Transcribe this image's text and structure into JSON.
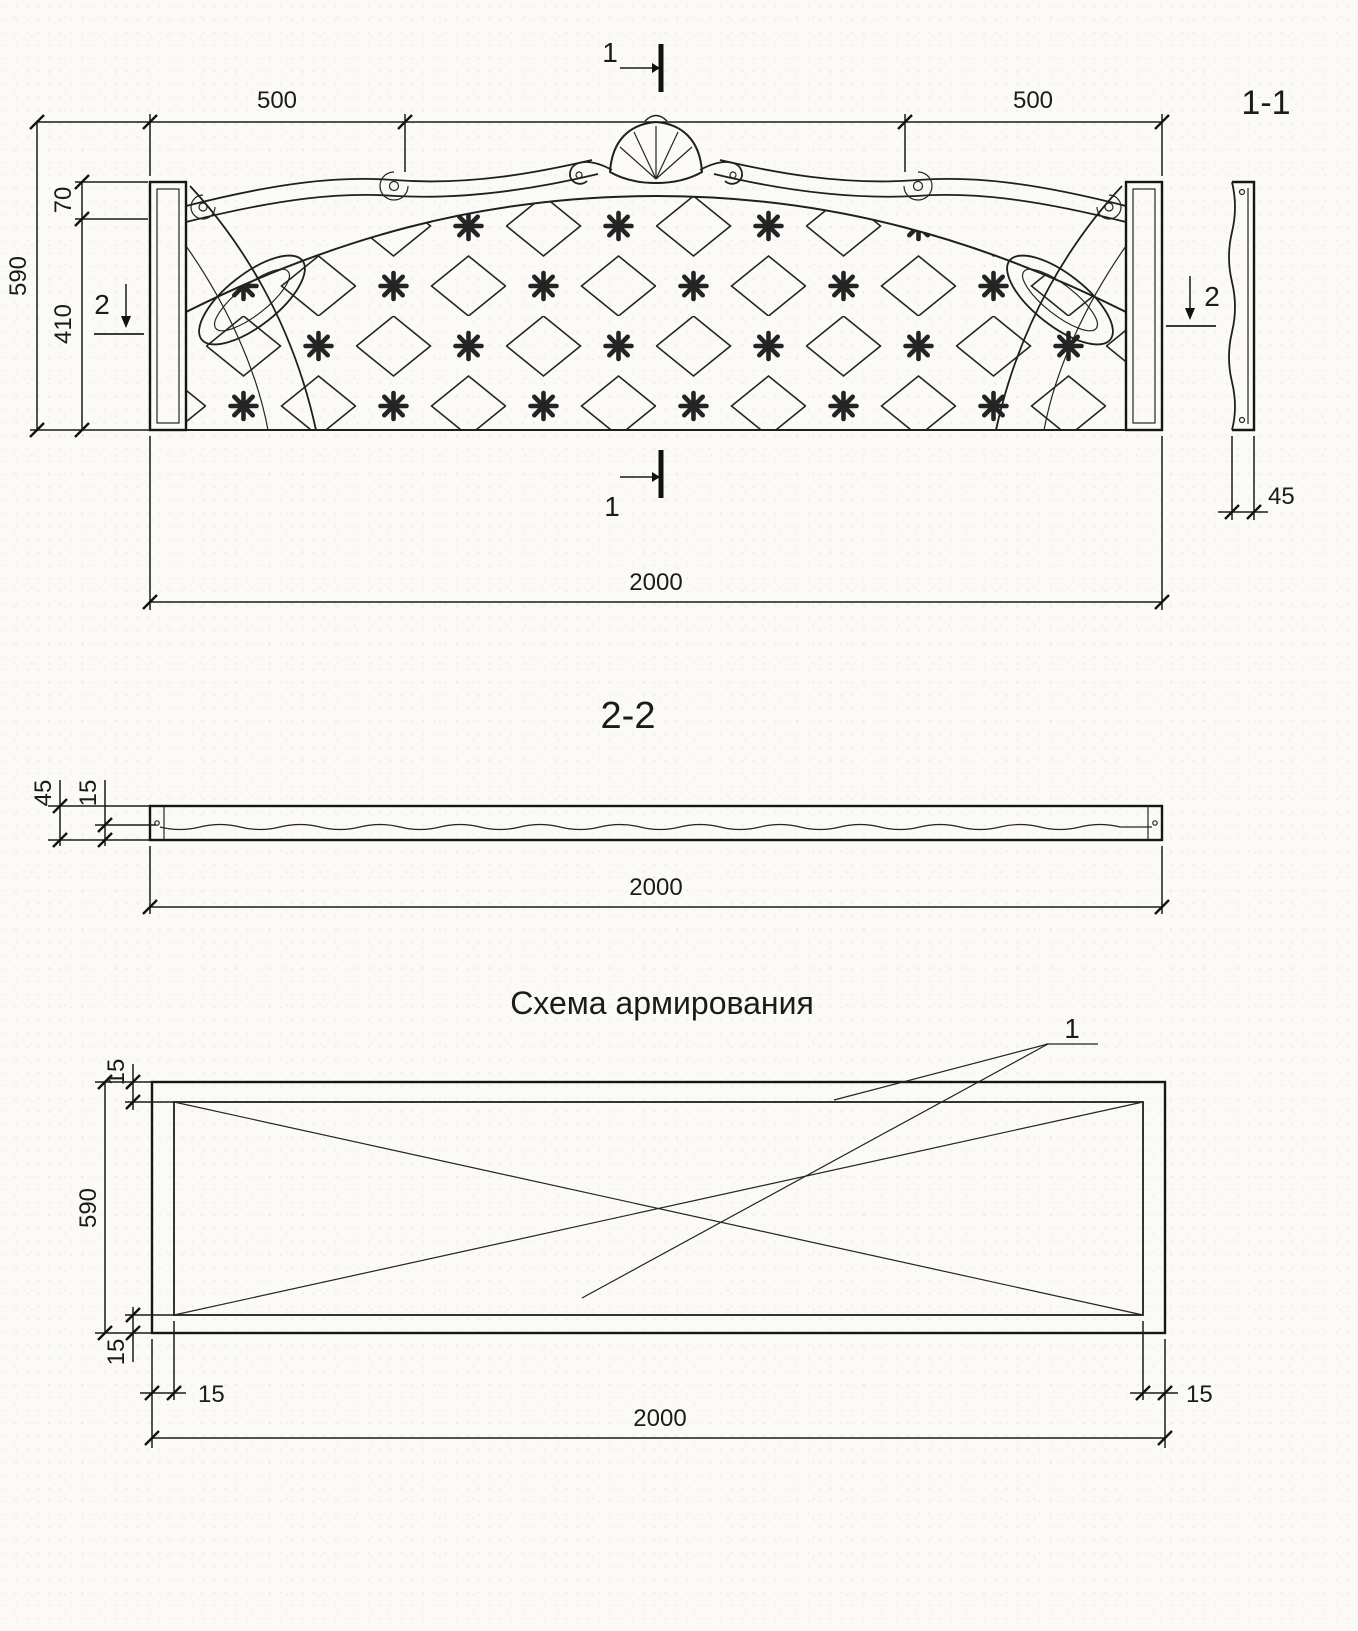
{
  "front": {
    "marker_top": "1",
    "marker_bottom": "1",
    "marker_left": "2",
    "marker_right": "2",
    "dim_left_500": "500",
    "dim_right_500": "500",
    "dim_590": "590",
    "dim_70": "70",
    "dim_410": "410",
    "dim_2000": "2000"
  },
  "section11": {
    "title": "1-1",
    "dim_45": "45"
  },
  "section22": {
    "title": "2-2",
    "dim_45": "45",
    "dim_15": "15",
    "dim_2000": "2000"
  },
  "scheme": {
    "title": "Схема армирования",
    "callout_1": "1",
    "dim_top_15": "15",
    "dim_590": "590",
    "dim_bottom_15": "15",
    "dim_left_15": "15",
    "dim_2000": "2000",
    "dim_right_15": "15"
  }
}
